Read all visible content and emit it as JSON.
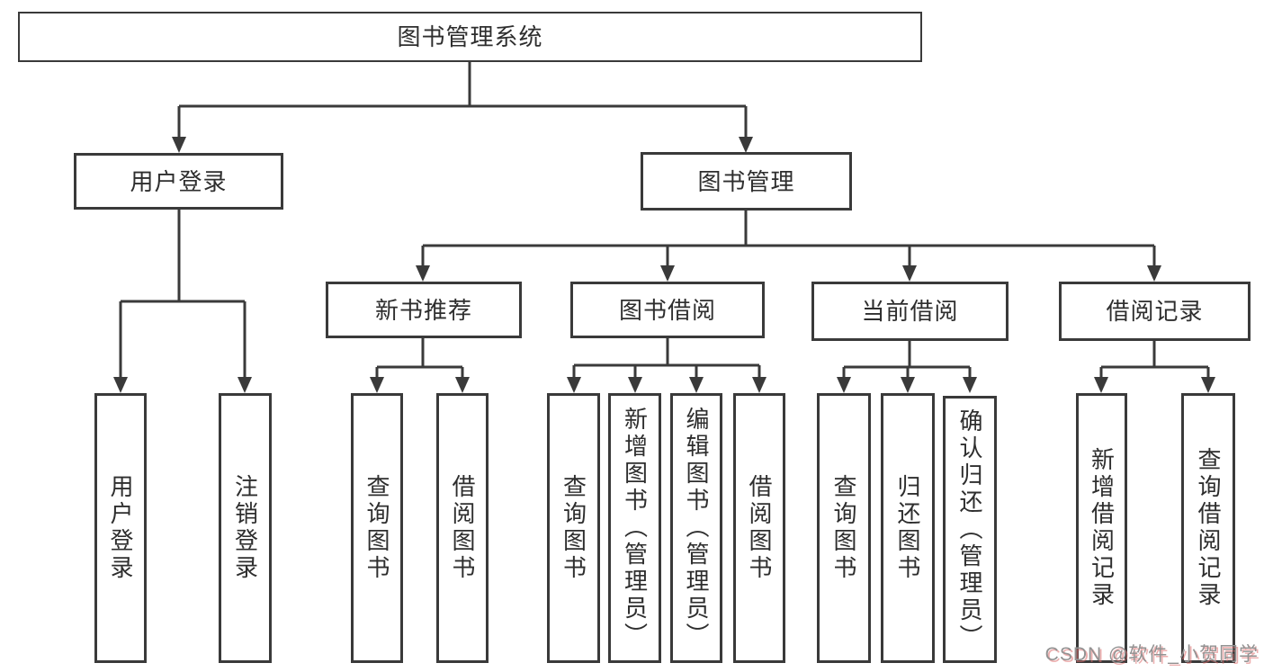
{
  "diagram": {
    "nodes": {
      "root": "图书管理系统",
      "user_login": "用户登录",
      "book_mgmt": "图书管理",
      "new_book_rec": "新书推荐",
      "book_borrow": "图书借阅",
      "current_borrow": "当前借阅",
      "borrow_record": "借阅记录",
      "leaf_user_login": "用户登录",
      "leaf_logout": "注销登录",
      "leaf_query_books_1": "查询图书",
      "leaf_borrow_books_1": "借阅图书",
      "leaf_query_books_2": "查询图书",
      "leaf_add_books": "新增图书（管理员）",
      "leaf_edit_books": "编辑图书（管理员）",
      "leaf_borrow_books_2": "借阅图书",
      "leaf_query_books_3": "查询图书",
      "leaf_return_books": "归还图书",
      "leaf_confirm_return": "确认归还（管理员）",
      "leaf_add_borrow_record": "新增借阅记录",
      "leaf_query_borrow_record": "查询借阅记录"
    },
    "hierarchy": {
      "图书管理系统": [
        "用户登录",
        "图书管理"
      ],
      "用户登录": [
        "用户登录",
        "注销登录"
      ],
      "图书管理": [
        "新书推荐",
        "图书借阅",
        "当前借阅",
        "借阅记录"
      ],
      "新书推荐": [
        "查询图书",
        "借阅图书"
      ],
      "图书借阅": [
        "查询图书",
        "新增图书（管理员）",
        "编辑图书（管理员）",
        "借阅图书"
      ],
      "当前借阅": [
        "查询图书",
        "归还图书",
        "确认归还（管理员）"
      ],
      "借阅记录": [
        "新增借阅记录",
        "查询借阅记录"
      ]
    },
    "colors": {
      "line": "#3a3a3a",
      "text": "#2e2e2e",
      "background": "#ffffff",
      "watermark_gray": "#929292",
      "watermark_shadow": "#de6e6e"
    }
  },
  "watermark": "CSDN @软件_小贺同学"
}
